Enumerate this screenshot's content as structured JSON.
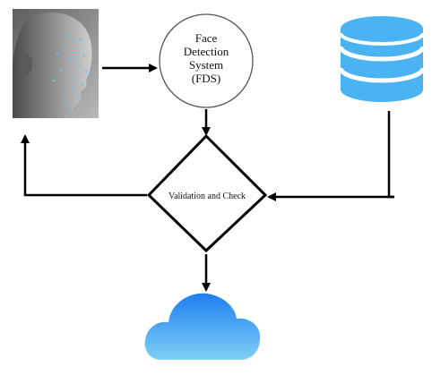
{
  "nodes": {
    "fds": {
      "lines": [
        "Face",
        "Detection",
        "System",
        "(FDS)"
      ]
    },
    "validation": {
      "label": "Validation and Check"
    },
    "face_image": {
      "icon": "face-scan-photo-icon"
    },
    "database": {
      "icon": "database-icon",
      "color": "#4ab3f2"
    },
    "cloud": {
      "icon": "cloud-icon",
      "color": "#3fa3f0"
    }
  },
  "colors": {
    "line": "#000000",
    "face_bg": "#7a7a7a",
    "landmark": "#62c6e8"
  }
}
